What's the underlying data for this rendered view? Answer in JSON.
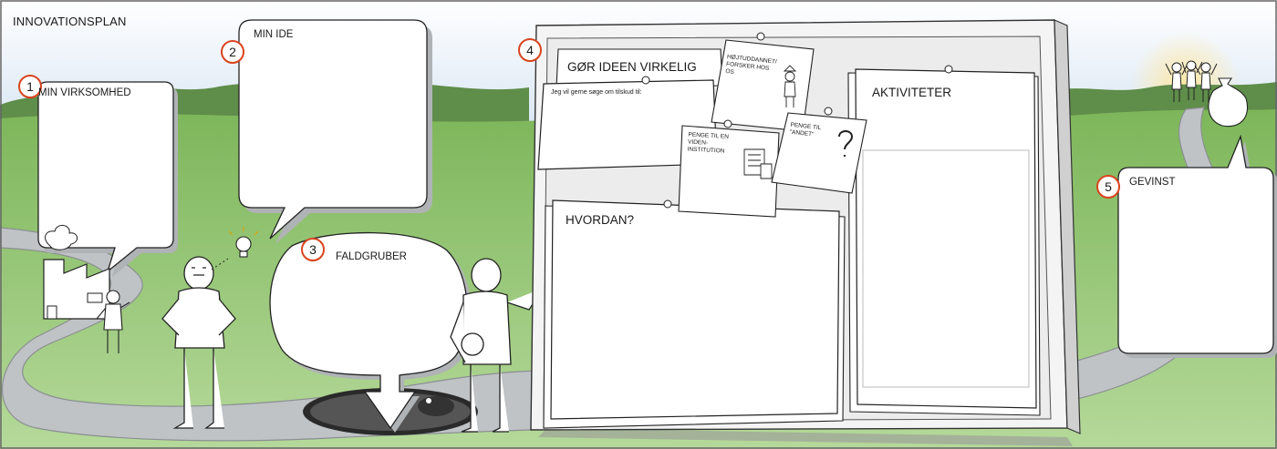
{
  "title": "INNOVATIONSPLAN",
  "steps": [
    {
      "number": "1",
      "label": "MIN VIRKSOMHED"
    },
    {
      "number": "2",
      "label": "MIN IDE"
    },
    {
      "number": "3",
      "label": "FALDGRUBER"
    },
    {
      "number": "4",
      "label": "GØR IDEEN VIRKELIG"
    },
    {
      "number": "5",
      "label": "GEVINST"
    }
  ],
  "board": {
    "intro_text": "Jeg vil gerne søge om tilskud til:",
    "hvordan_label": "HVORDAN?",
    "aktiviteter_label": "AKTIVITETER",
    "notes": [
      {
        "text": "HØJTUDDANNET/ FORSKER HOS OS"
      },
      {
        "text": "PENGE TIL EN VIDEN- INSTITUTION"
      },
      {
        "text": "PENGE TIL \"ANDET\""
      }
    ]
  },
  "colors": {
    "accent": "#d9441e",
    "sky": "#c9dcef",
    "grass": "#8fc36a",
    "path": "#bfc3c6"
  }
}
